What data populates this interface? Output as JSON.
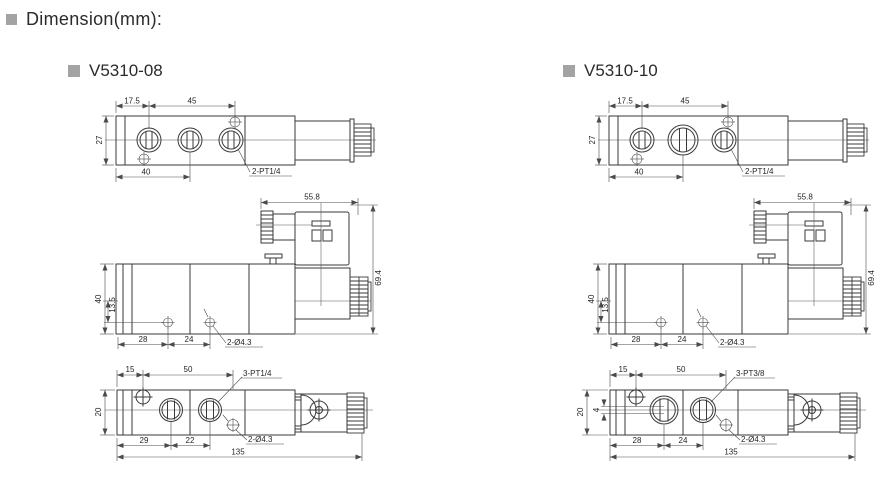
{
  "header": {
    "title": "Dimension(mm):"
  },
  "colors": {
    "line": "#3a3a3a",
    "dim_line": "#4a4a4a",
    "text": "#262626",
    "bullet": "#a3a3a3",
    "background": "#ffffff"
  },
  "drawings": [
    {
      "title": "V5310-08",
      "top": {
        "w1": "17.5",
        "w2": "45",
        "h": "27",
        "w3": "40",
        "ports": "2-PT1/4"
      },
      "side": {
        "w": "55.8",
        "h": "69.4",
        "bh": "40",
        "off": "13.5",
        "s1": "28",
        "s2": "24",
        "holes": "2-Ø4.3"
      },
      "bottom": {
        "w1": "15",
        "w2": "50",
        "h": "20",
        "s1": "29",
        "s2": "22",
        "total": "135",
        "ports": "3-PT1/4",
        "holes": "2-Ø4.3"
      }
    },
    {
      "title": "V5310-10",
      "top": {
        "w1": "17.5",
        "w2": "45",
        "h": "27",
        "w3": "40",
        "ports": "2-PT1/4"
      },
      "side": {
        "w": "55.8",
        "h": "69.4",
        "bh": "40",
        "off": "13.5",
        "s1": "28",
        "s2": "24",
        "holes": "2-Ø4.3"
      },
      "bottom": {
        "w1": "15",
        "w2": "50",
        "h": "20",
        "slot": "4",
        "s1": "28",
        "s2": "24",
        "total": "135",
        "ports": "3-PT3/8",
        "holes": "2-Ø4.3"
      }
    }
  ]
}
